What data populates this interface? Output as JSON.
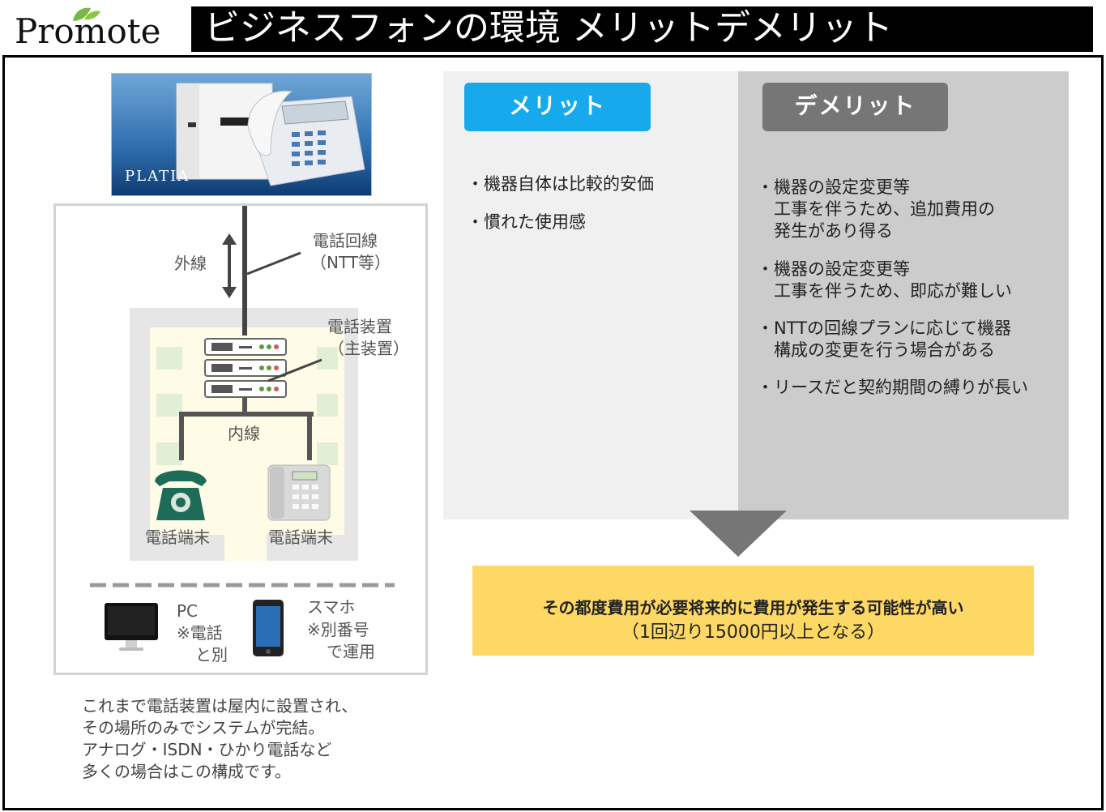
{
  "header": {
    "logo_text": "Promote",
    "title": "ビジネスフォンの環境 メリットデメリット"
  },
  "product": {
    "brand_label": "PLATIA"
  },
  "diagram": {
    "outer_line_label": "外線",
    "phone_line_label_1": "電話回線",
    "phone_line_label_2": "（NTT等）",
    "pbx_label_1": "電話装置",
    "pbx_label_2": "（主装置）",
    "inner_line_label": "内線",
    "terminal_left_label": "電話端末",
    "terminal_right_label": "電話端末",
    "pc_label": [
      "PC",
      "※電話",
      "と別"
    ],
    "smartphone_label": [
      "スマホ",
      "※別番号",
      "で運用"
    ]
  },
  "description": [
    "これまで電話装置は屋内に設置され、",
    "その場所のみでシステムが完結。",
    "アナログ・ISDN・ひかり電話など",
    "多くの場合はこの構成です。"
  ],
  "merit": {
    "heading": "メリット",
    "items": [
      [
        "・機器自体は比較的安価"
      ],
      [
        "・慣れた使用感"
      ]
    ]
  },
  "demerit": {
    "heading": "デメリット",
    "items": [
      [
        "・機器の設定変更等",
        "　工事を伴うため、追加費用の",
        "　発生があり得る"
      ],
      [
        "・機器の設定変更等",
        "　工事を伴うため、即応が難しい"
      ],
      [
        "・NTTの回線プランに応じて機器",
        "　構成の変更を行う場合がある"
      ],
      [
        "・リースだと契約期間の縛りが長い"
      ]
    ]
  },
  "conclusion": {
    "line1": "その都度費用が必要将来的に費用が発生する可能性が高い",
    "line2": "（1回辺り15000円以上となる）"
  },
  "colors": {
    "merit_accent": "#16aaec",
    "demerit_accent": "#767676",
    "conclusion_bg": "#fdd865",
    "phone_green": "#1e6b57"
  }
}
